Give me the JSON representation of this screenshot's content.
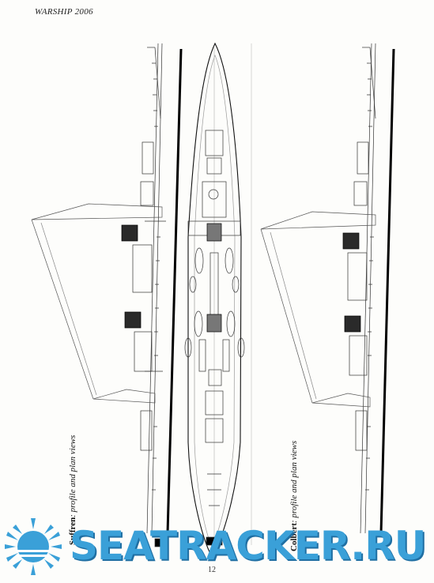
{
  "header": {
    "text": "WARSHIP 2006"
  },
  "captions": {
    "left": {
      "name": "Suffren",
      "rest": ": profile and plan views"
    },
    "right": {
      "name": "Colbert",
      "rest": ": profile and plan views"
    }
  },
  "page_number": "12",
  "watermark": {
    "text": "SEATRACKER.RU"
  }
}
